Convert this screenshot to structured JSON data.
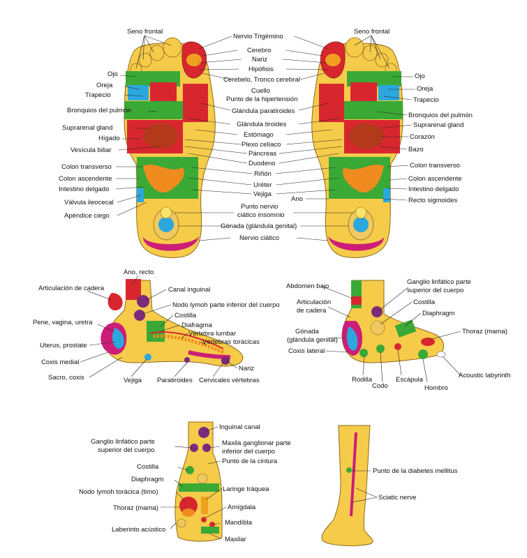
{
  "soles": {
    "left": [
      "Seno frontal",
      "Ojo",
      "Oreja",
      "Trapecio",
      "Bronquios del pulmón",
      "Suprarenal gland",
      "Hígado",
      "Vesícula biliar",
      "Colon transverso",
      "Colon ascendente",
      "Intestino delgado",
      "Válvula ileocecal",
      "Apéndice ciego"
    ],
    "center": [
      "Nervio Trigémino",
      "Cerebro",
      "Nariz",
      "Hipófisis",
      "Cerebelo, Tronco cerebral",
      "Cuello",
      "Punto de la hipertensión",
      "Glándula paratiroides",
      "Glándula tiroides",
      "Estómago",
      "Plexo celíaco",
      "Páncreas",
      "Duodeno",
      "Riñón",
      "Uréter",
      "Vejiga",
      "Punto nervio",
      "ciático insomnio",
      "Gónada (glándula genital)",
      "Nervio ciático"
    ],
    "right": [
      "Seno frontal",
      "Ojo",
      "Oreja",
      "Trapecio",
      "Bronquios del pulmón",
      "Suprarenal gland",
      "Corazón",
      "Bazo",
      "Colon transverso",
      "Colon ascendente",
      "Intestino delgado",
      "Ano",
      "Recto sigmoides"
    ]
  },
  "inner_foot": [
    "Ano, recto",
    "Articulación de cadera",
    "Canal inguinal",
    "Nodo lymoh parte inferior del cuerpo",
    "Pene, vagina, uretra",
    "Costilla",
    "Diafragma",
    "Vértebra lumbar",
    "Uterus, prostate",
    "Vértebras torácicas",
    "Coxis medial",
    "Nariz",
    "Sacro, coxis",
    "Vejiga",
    "Paratiroides",
    "Cervicales vértebras"
  ],
  "outer_foot": [
    "Abdomen bajo",
    "Ganglio linfático parte",
    "superior del cuerpo",
    "Articulación",
    "de cadera",
    "Costilla",
    "Diaphragm",
    "Gónada",
    "(glándula genital)",
    "Thoraz (mama)",
    "Coxis lateral",
    "Rodilla",
    "Codo",
    "Escápula",
    "Hombro",
    "Acoustic labyrinth"
  ],
  "top_foot": [
    "Inguinal canal",
    "Ganglio linfático parte",
    "superior del cuerpo",
    "Maxila ganglionar parte",
    "inferior del cuerpo",
    "Costilla",
    "Punto de la cintura",
    "Diaphragm",
    "Laringe tráquea",
    "Nodo lymoh torácica (timo)",
    "Thoraz (mama)",
    "Amígdala",
    "Mandíbla",
    "Laberinto acústico",
    "Maxilar"
  ],
  "leg": [
    "Punto de la diabetes mellitus",
    "Sciatic nerve"
  ],
  "colors": {
    "skin": "#f6cb4a",
    "yellow": "#fbe36a",
    "green": "#3aa936",
    "red": "#d8262f",
    "magenta": "#cc1e78",
    "blue": "#2aa8de",
    "purple": "#7b2a7c",
    "orange": "#ef8b1f"
  }
}
